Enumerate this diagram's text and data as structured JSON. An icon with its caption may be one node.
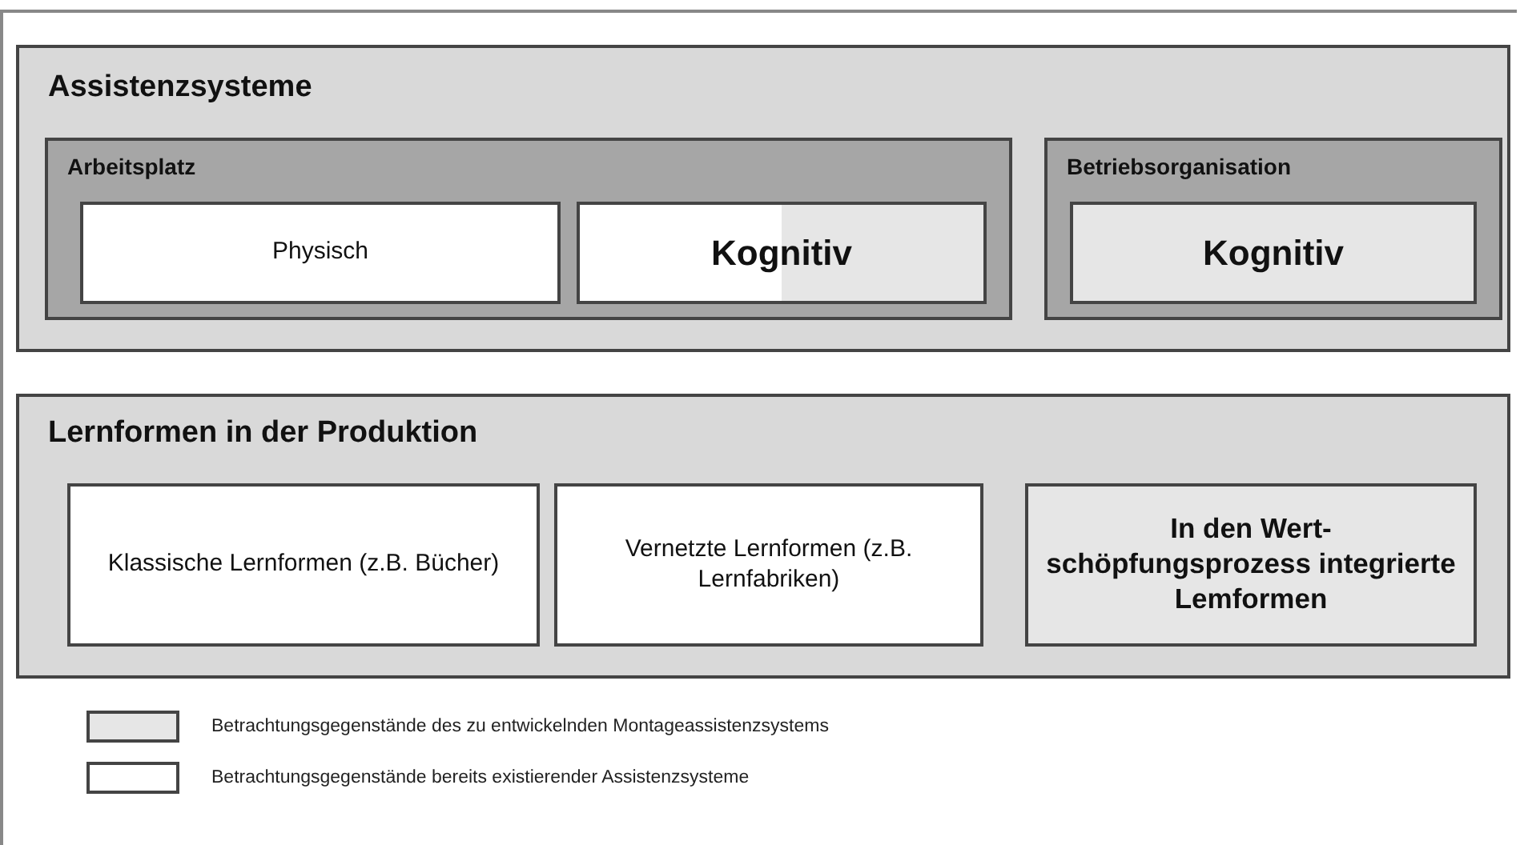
{
  "diagram": {
    "nodes": [
      {
        "text": [
          "Assistenzsysteme"
        ]
      },
      {
        "text": [
          "Arbeitsplatz"
        ],
        "in": 0
      },
      {
        "text": [
          "Physisch"
        ],
        "in": 1
      },
      {
        "text": [
          "Kognitiv"
        ],
        "in": 1
      },
      {
        "text": [
          "Betriebsorganisation"
        ],
        "in": 0
      },
      {
        "text": [
          "Kognitiv"
        ],
        "in": 4
      },
      {
        "text": [
          "Lernformen in der Produktion"
        ]
      },
      {
        "text": [
          "Klassische Lernformen (z.B. Bücher)"
        ],
        "in": 6
      },
      {
        "text": [
          "Vernetzte Lernformen (z.B. Lernfabriken)"
        ],
        "in": 6
      },
      {
        "text": [
          "In den Wert- schöpfungsprozess integrierte Lemformen"
        ],
        "in": 6
      }
    ],
    "legend": [
      {
        "text": "Betrachtungsgegenstände des zu entwickelnden Montageassistenzsystems",
        "color": "#e6e6e6"
      },
      {
        "text": "Betrachtungsgegenstände bereits existierender Assistenzsysteme",
        "color": "#ffffff"
      }
    ]
  }
}
